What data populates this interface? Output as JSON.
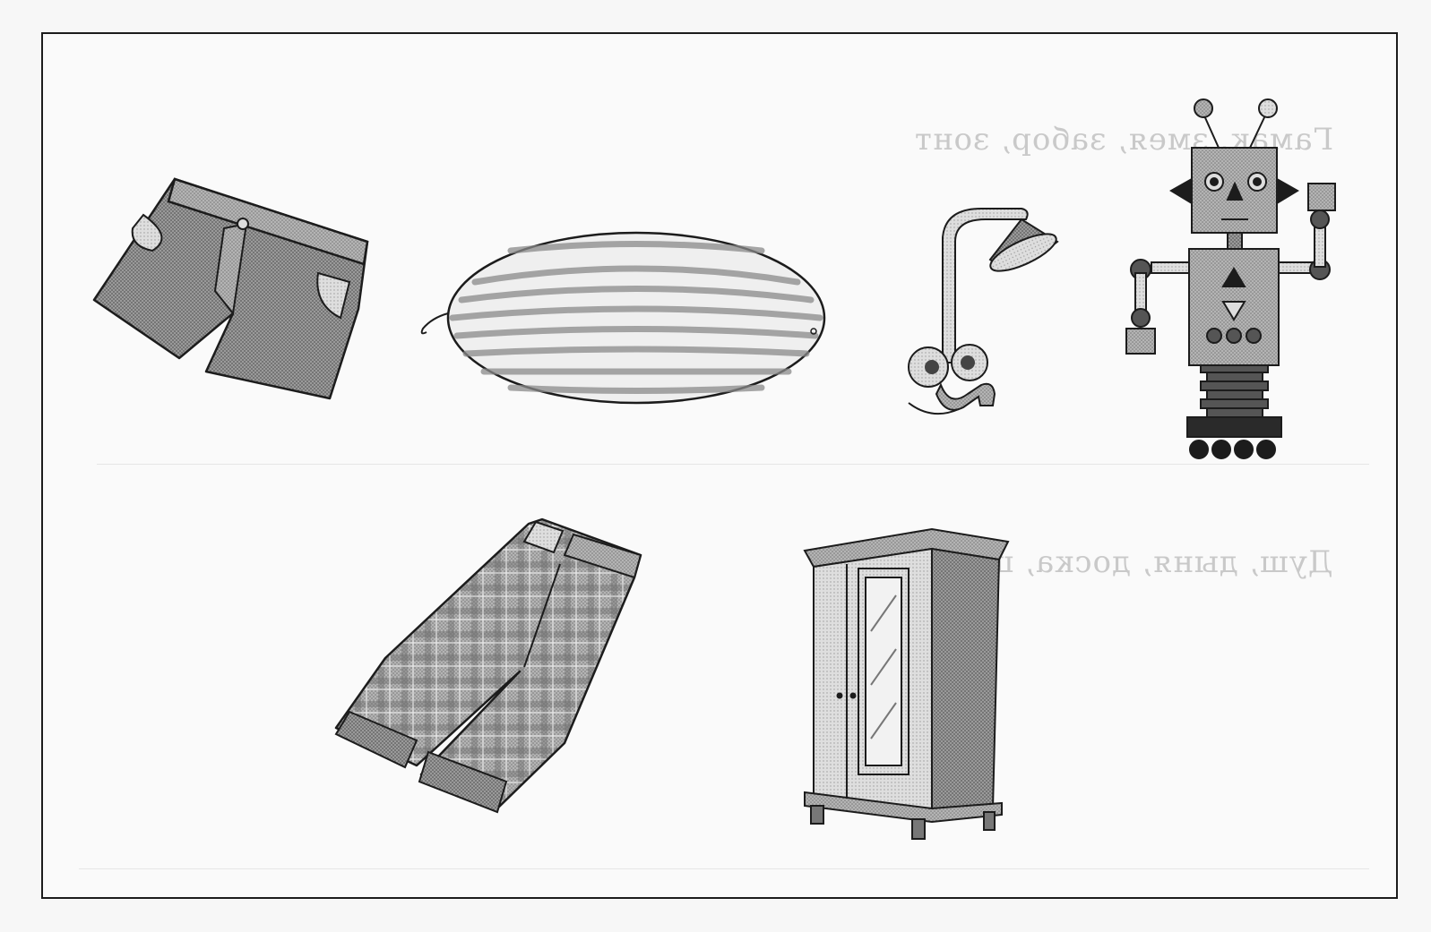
{
  "worksheet": {
    "bleed_through_text": [
      "Гамак, змея, забор, зонт",
      "Душ, дыня, доска, шило"
    ],
    "pictures": [
      {
        "id": "shorts",
        "icon": "shorts-icon"
      },
      {
        "id": "melon",
        "icon": "melon-icon"
      },
      {
        "id": "shower",
        "icon": "shower-icon"
      },
      {
        "id": "robot",
        "icon": "robot-icon"
      },
      {
        "id": "trousers",
        "icon": "trousers-icon"
      },
      {
        "id": "wardrobe",
        "icon": "wardrobe-icon"
      }
    ],
    "colors": {
      "ink": "#1c1c1c",
      "fill_dark": "#8a8a8a",
      "fill_mid": "#a8a8a8",
      "fill_light": "#d0d0d0",
      "paper": "#fafafa"
    }
  }
}
